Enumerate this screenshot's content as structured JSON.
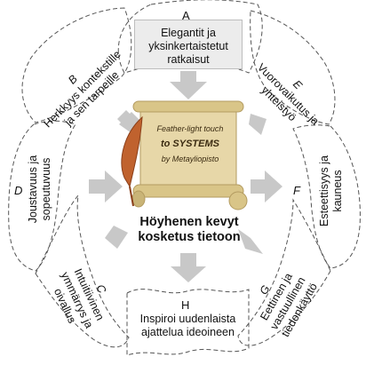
{
  "title": {
    "line1": "Höyhenen kevyt",
    "line2": "kosketus tietoon"
  },
  "scroll": {
    "line1": "Feather-light touch",
    "line2": "to SYSTEMS",
    "line3": "by Metayliopisto"
  },
  "sections": {
    "A": {
      "letter": "A",
      "line1": "Elegantit ja",
      "line2": "yksinkertaistetut",
      "line3": "ratkaisut"
    },
    "B": {
      "letter": "B",
      "line1": "Herkkyys  kontekstille",
      "line2": "ja sen tarpeille"
    },
    "C": {
      "letter": "C",
      "line1": "Intuitiivinen",
      "line2": "ymmärrys ja",
      "line3": "oivallus"
    },
    "D": {
      "letter": "D",
      "line1": "Joustavuus ja",
      "line2": "sopeutuvuus"
    },
    "E": {
      "letter": "E",
      "line1": "Vuorovaikutus  ja",
      "line2": "yhteistyö"
    },
    "F": {
      "letter": "F",
      "line1": "Esteettisyys ja",
      "line2": "kauneus"
    },
    "G": {
      "letter": "G",
      "line1": "Eettinen ja",
      "line2": "vastuullinen",
      "line3": "tiedonkäyttö"
    },
    "H": {
      "letter": "H",
      "line1": "Inspiroi uudenlaista",
      "line2": "ajattelua ideoineen"
    }
  },
  "colors": {
    "arrow": "#c8c8c8",
    "dash": "#555555",
    "box_fill": "#ececec",
    "scroll_paper": "#e7d7a8",
    "quill": "#c0622e"
  }
}
